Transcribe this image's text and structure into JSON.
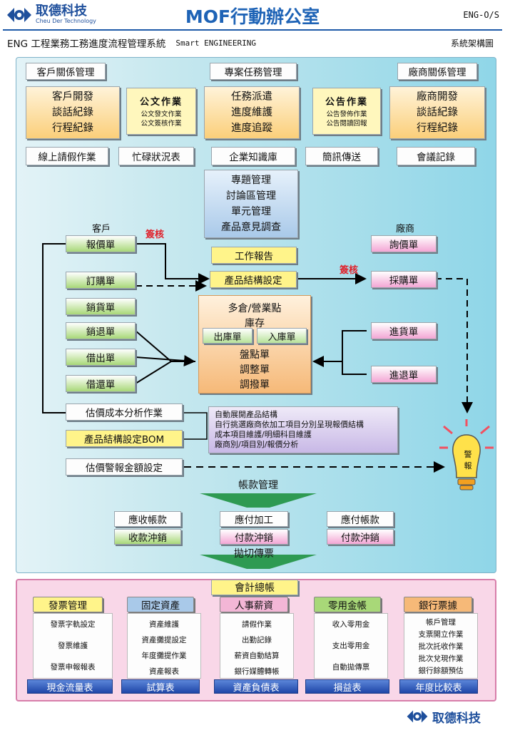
{
  "header": {
    "company_name": "取德科技",
    "company_name_en": "Cheu Der Technology",
    "title": "MOF行動辦公室",
    "doc_code": "ENG-O/S",
    "subtitle": "ENG 工程業務工務進度流程管理系統",
    "subtitle_en": "Smart ENGINEERING",
    "arch_label": "系統架構圖"
  },
  "top_modules": {
    "customer": "客戶關係管理",
    "project": "專案任務管理",
    "vendor": "廠商關係管理"
  },
  "function_boxes": {
    "customer_lines": [
      "客戶開發",
      "談話紀錄",
      "行程紀錄"
    ],
    "doc_work": {
      "title": "公文作業",
      "lines": [
        "公文發文作業",
        "公文簽核作業"
      ]
    },
    "task_lines": [
      "任務派遣",
      "進度維護",
      "進度追蹤"
    ],
    "notice_work": {
      "title": "公告作業",
      "lines": [
        "公告發佈作業",
        "公告閱讀回報"
      ]
    },
    "vendor_lines": [
      "廠商開發",
      "談話紀錄",
      "行程紀錄"
    ]
  },
  "tools_row": [
    "線上請假作業",
    "忙碌狀況表",
    "企業知識庫",
    "簡訊傳送",
    "會議記錄"
  ],
  "topic_box": [
    "專題管理",
    "討論區管理",
    "單元管理",
    "產品意見調查"
  ],
  "flow": {
    "customer_label": "客戶",
    "vendor_label": "廠商",
    "sign_label_1": "簽核",
    "sign_label_2": "簽核",
    "quote": "報價單",
    "work_report": "工作報告",
    "product_structure": "產品結構設定",
    "inquiry": "詢價單",
    "purchase": "採購單",
    "order": "訂購單",
    "sales": "銷貨單",
    "sales_return": "銷退單",
    "lend_out": "借出單",
    "lend_return": "借還單",
    "incoming": "進貨單",
    "return_out": "進退單",
    "inventory": {
      "line1": "多倉/營業點",
      "line2": "庫存",
      "out": "出庫單",
      "in": "入庫單",
      "line3": "盤點單",
      "line4": "調整單",
      "line5": "調撥單"
    },
    "cost_analysis": "估價成本分析作業",
    "bom": "產品結構設定BOM",
    "alert_setting": "估價警報金額設定",
    "bom_detail": [
      "自動展開產品結構",
      "自行挑選廠商依加工項目分別呈現報價結構",
      "成本項目維護/明細科目維護",
      "廠商別/項目別/報價分析"
    ],
    "alarm": [
      "警",
      "報"
    ]
  },
  "accounts": {
    "title": "帳款管理",
    "receivable": "應收帳款",
    "collection": "收款沖銷",
    "pay_process": "應付加工",
    "pay_offset": "付款沖銷",
    "payable": "應付帳款",
    "pay_offset_2": "付款沖銷",
    "to_invoice": "拋切傳票"
  },
  "accounting": {
    "title": "會計總帳",
    "columns": [
      {
        "head": "發票管理",
        "items": [
          "發票字軌設定",
          "發票維護",
          "發票申報報表"
        ],
        "foot": "現金流量表"
      },
      {
        "head": "固定資產",
        "items": [
          "資產維護",
          "資產攤提設定",
          "年度攤提作業",
          "資產報表"
        ],
        "foot": "試算表"
      },
      {
        "head": "人事薪資",
        "items": [
          "請假作業",
          "出勤記錄",
          "薪資自動結算",
          "銀行媒體轉帳"
        ],
        "foot": "資產負債表"
      },
      {
        "head": "零用金帳",
        "items": [
          "收入零用金",
          "支出零用金",
          "自動拋傳票"
        ],
        "foot": "損益表"
      },
      {
        "head": "銀行票據",
        "items": [
          "帳戶管理",
          "支票開立作業",
          "批次託收作業",
          "批次兌現作業",
          "銀行餘額預估"
        ],
        "foot": "年度比較表"
      }
    ]
  },
  "footer": {
    "company_name": "取德科技"
  },
  "colors": {
    "brand": "#1e4f9c",
    "title_blue": "#1e63b6",
    "sign_red": "#e0202a",
    "invoice_head": "#fff48a",
    "asset_head": "#a9c9e9",
    "hr_head": "#f3b6d6",
    "petty_head": "#a8d878",
    "bank_head": "#f6b978"
  }
}
